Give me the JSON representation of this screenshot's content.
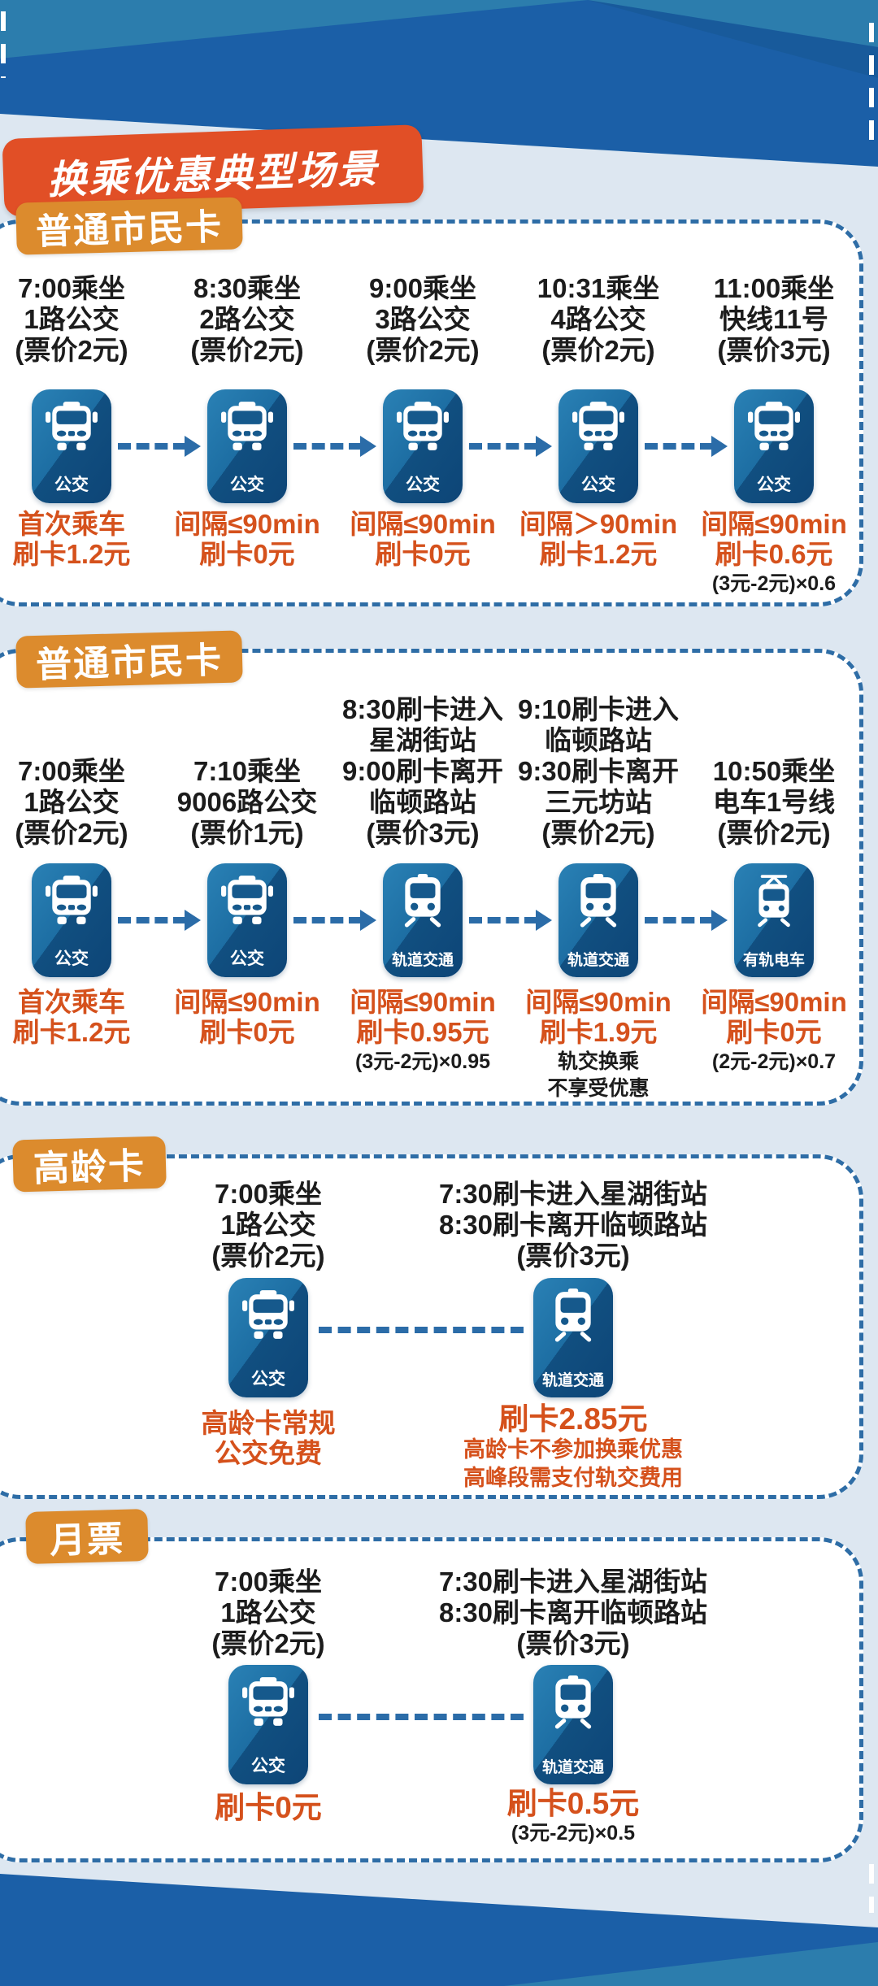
{
  "title": "换乘优惠典型场景",
  "colors": {
    "accent_red_orange": "#e14f26",
    "label_orange": "#dc8b2d",
    "result_orange": "#d5511c",
    "icon_blue_dark": "#0d4577",
    "icon_blue_light": "#2a81b5",
    "arrow_blue": "#2b6ca8",
    "band_dark_blue": "#1b5fa7",
    "band_teal": "#2c7dad",
    "card_border_blue": "#2e6da6"
  },
  "sections": [
    {
      "label": "普通市民卡",
      "columns": [
        {
          "header": [
            "7:00乘坐",
            "1路公交",
            "(票价2元)"
          ],
          "icon": "bus",
          "icon_label": "公交",
          "result": [
            "首次乘车",
            "刷卡1.2元"
          ],
          "notes": []
        },
        {
          "header": [
            "8:30乘坐",
            "2路公交",
            "(票价2元)"
          ],
          "icon": "bus",
          "icon_label": "公交",
          "result": [
            "间隔≤90min",
            "刷卡0元"
          ],
          "notes": []
        },
        {
          "header": [
            "9:00乘坐",
            "3路公交",
            "(票价2元)"
          ],
          "icon": "bus",
          "icon_label": "公交",
          "result": [
            "间隔≤90min",
            "刷卡0元"
          ],
          "notes": []
        },
        {
          "header": [
            "10:31乘坐",
            "4路公交",
            "(票价2元)"
          ],
          "icon": "bus",
          "icon_label": "公交",
          "result": [
            "间隔＞90min",
            "刷卡1.2元"
          ],
          "notes": []
        },
        {
          "header": [
            "11:00乘坐",
            "快线11号",
            "(票价3元)"
          ],
          "icon": "bus",
          "icon_label": "公交",
          "result": [
            "间隔≤90min",
            "刷卡0.6元"
          ],
          "notes": [
            "(3元-2元)×0.6"
          ]
        }
      ]
    },
    {
      "label": "普通市民卡",
      "columns": [
        {
          "header": [
            "7:00乘坐",
            "1路公交",
            "(票价2元)"
          ],
          "icon": "bus",
          "icon_label": "公交",
          "result": [
            "首次乘车",
            "刷卡1.2元"
          ],
          "notes": []
        },
        {
          "header": [
            "7:10乘坐",
            "9006路公交",
            "(票价1元)"
          ],
          "icon": "bus",
          "icon_label": "公交",
          "result": [
            "间隔≤90min",
            "刷卡0元"
          ],
          "notes": []
        },
        {
          "header": [
            "8:30刷卡进入",
            "星湖街站",
            "9:00刷卡离开",
            "临顿路站",
            "(票价3元)"
          ],
          "icon": "metro",
          "icon_label": "轨道交通",
          "result": [
            "间隔≤90min",
            "刷卡0.95元"
          ],
          "notes": [
            "(3元-2元)×0.95"
          ]
        },
        {
          "header": [
            "9:10刷卡进入",
            "临顿路站",
            "9:30刷卡离开",
            "三元坊站",
            "(票价2元)"
          ],
          "icon": "metro",
          "icon_label": "轨道交通",
          "result": [
            "间隔≤90min",
            "刷卡1.9元"
          ],
          "notes": [
            "轨交换乘",
            "不享受优惠"
          ]
        },
        {
          "header": [
            "10:50乘坐",
            "电车1号线",
            "(票价2元)"
          ],
          "icon": "tram",
          "icon_label": "有轨电车",
          "result": [
            "间隔≤90min",
            "刷卡0元"
          ],
          "notes": [
            "(2元-2元)×0.7"
          ]
        }
      ]
    },
    {
      "label": "高龄卡",
      "columns": [
        {
          "header": [
            "7:00乘坐",
            "1路公交",
            "(票价2元)"
          ],
          "icon": "bus",
          "icon_label": "公交",
          "result": [
            "高龄卡常规",
            "公交免费"
          ],
          "notes": []
        },
        {
          "header": [
            "7:30刷卡进入星湖街站",
            "8:30刷卡离开临顿路站",
            "(票价3元)"
          ],
          "icon": "metro",
          "icon_label": "轨道交通",
          "result": [
            "刷卡2.85元"
          ],
          "notes": [
            "高龄卡不参加换乘优惠",
            "高峰段需支付轨交费用"
          ]
        }
      ]
    },
    {
      "label": "月票",
      "columns": [
        {
          "header": [
            "7:00乘坐",
            "1路公交",
            "(票价2元)"
          ],
          "icon": "bus",
          "icon_label": "公交",
          "result": [
            "刷卡0元"
          ],
          "notes": []
        },
        {
          "header": [
            "7:30刷卡进入星湖街站",
            "8:30刷卡离开临顿路站",
            "(票价3元)"
          ],
          "icon": "metro",
          "icon_label": "轨道交通",
          "result": [
            "刷卡0.5元"
          ],
          "notes": [
            "(3元-2元)×0.5"
          ]
        }
      ]
    }
  ]
}
